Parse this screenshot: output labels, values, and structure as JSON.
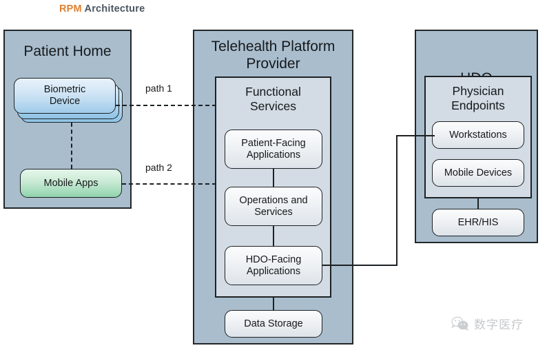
{
  "title": {
    "accent": "RPM",
    "main": " Architecture"
  },
  "zones": [
    {
      "id": "patient-home",
      "label": "Patient Home"
    },
    {
      "id": "telehealth-platform-provider",
      "label": "Telehealth Platform\nProvider"
    },
    {
      "id": "hdo",
      "label": "HDO"
    }
  ],
  "groups": [
    {
      "id": "functional-services",
      "label": "Functional\nServices"
    },
    {
      "id": "physician-endpoints",
      "label": "Physician\nEndpoints"
    }
  ],
  "nodes": [
    {
      "id": "biometric-device",
      "label": "Biometric\nDevice",
      "style": "blue",
      "stacked": true
    },
    {
      "id": "mobile-apps",
      "label": "Mobile Apps",
      "style": "green",
      "stacked": false
    },
    {
      "id": "patient-facing-applications",
      "label": "Patient-Facing\nApplications",
      "style": "grey",
      "stacked": false
    },
    {
      "id": "operations-and-services",
      "label": "Operations and\nServices",
      "style": "grey",
      "stacked": false
    },
    {
      "id": "hdo-facing-applications",
      "label": "HDO-Facing\nApplications",
      "style": "grey",
      "stacked": false
    },
    {
      "id": "data-storage",
      "label": "Data Storage",
      "style": "grey",
      "stacked": false
    },
    {
      "id": "workstations",
      "label": "Workstations",
      "style": "grey",
      "stacked": false
    },
    {
      "id": "mobile-devices",
      "label": "Mobile Devices",
      "style": "grey",
      "stacked": false
    },
    {
      "id": "ehr-his",
      "label": "EHR/HIS",
      "style": "grey",
      "stacked": false
    }
  ],
  "connector_labels": {
    "path1": "path 1",
    "path2": "path 2"
  },
  "watermark": {
    "text": "数字医疗",
    "icon": "wechat-icon"
  },
  "colors": {
    "title_accent": "#e08030",
    "title_main": "#4a5560",
    "zone_fill": "#a9bdcd",
    "group_fill": "#d3dbe4",
    "node_fill": "#eef1f4",
    "node_blue": "#cfe4f5",
    "node_green": "#c9ead4",
    "stroke": "#1d2123"
  }
}
